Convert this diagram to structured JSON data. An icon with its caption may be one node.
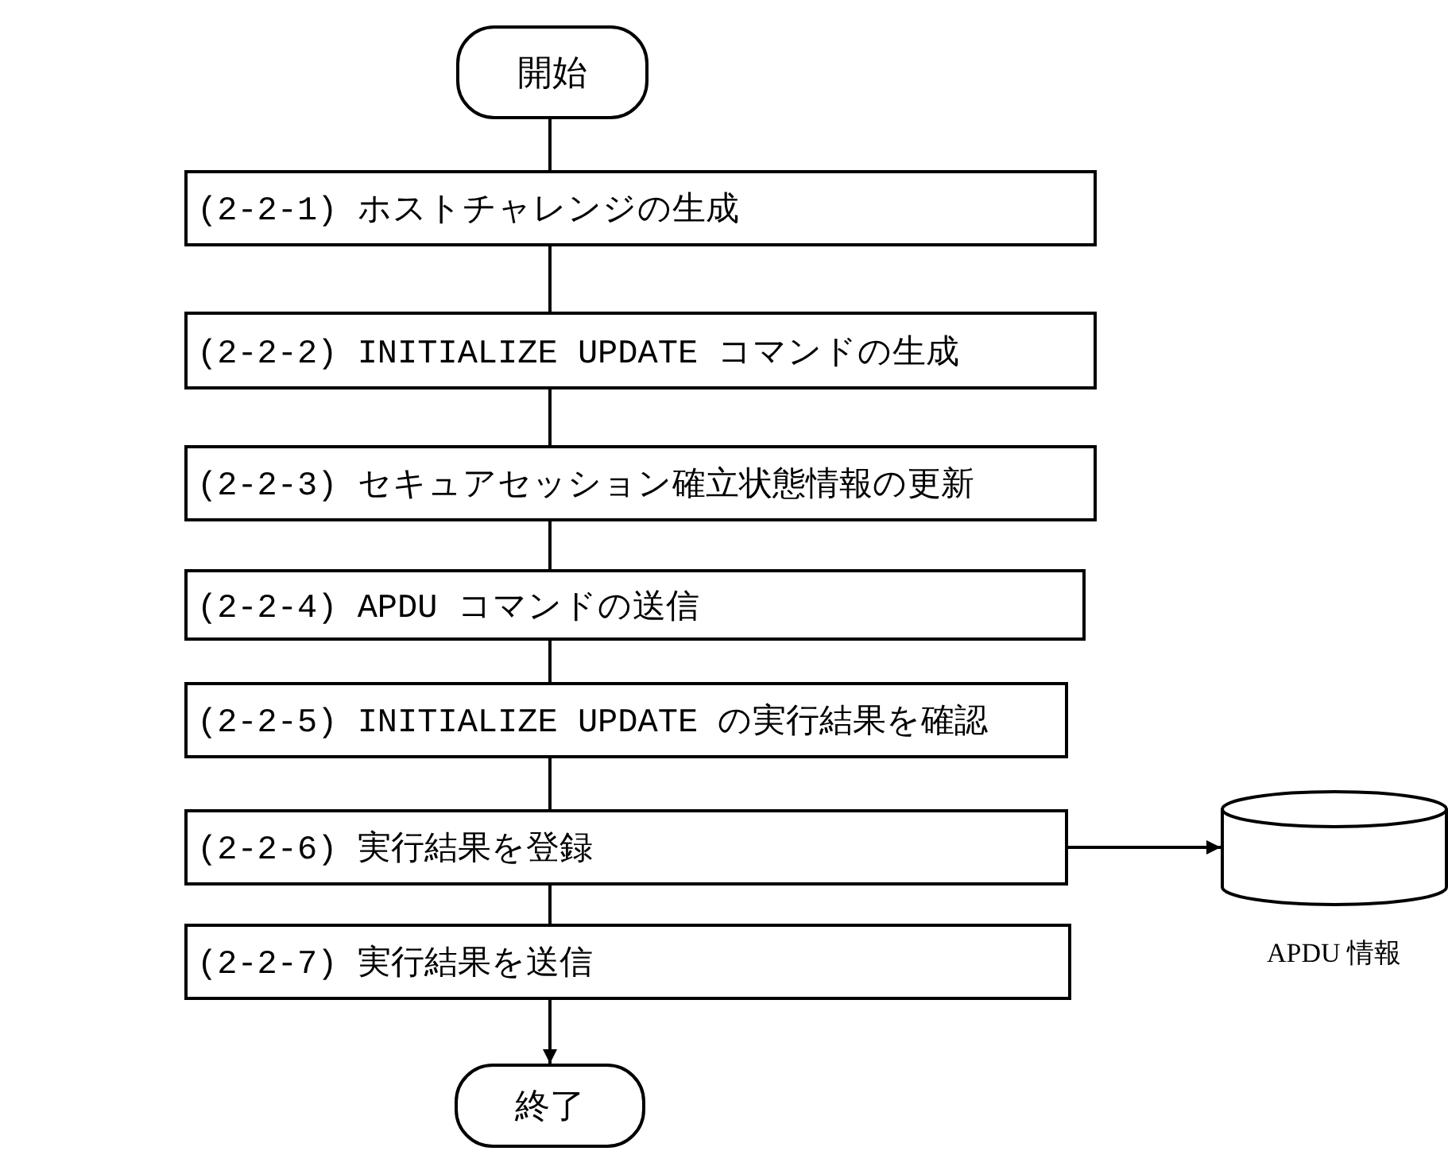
{
  "diagram": {
    "nodes": [
      {
        "text": [
          "開始"
        ]
      },
      {
        "text": [
          "(2-2-1) ホストチャレンジの生成"
        ]
      },
      {
        "text": [
          "(2-2-2) INITIALIZE UPDATE コマンドの生成"
        ]
      },
      {
        "text": [
          "(2-2-3) セキュアセッション確立状態情報の更新"
        ]
      },
      {
        "text": [
          "(2-2-4) APDU コマンドの送信"
        ]
      },
      {
        "text": [
          "(2-2-5) INITIALIZE UPDATE の実行結果を確認"
        ]
      },
      {
        "text": [
          "(2-2-6) 実行結果を登録"
        ]
      },
      {
        "text": [
          "(2-2-7) 実行結果を送信"
        ]
      },
      {
        "text": [
          "終了"
        ]
      },
      {
        "text": [
          "APDU 情報"
        ]
      }
    ],
    "edges": [
      {
        "from": 0,
        "to": 1,
        "arrow": "none"
      },
      {
        "from": 1,
        "to": 2,
        "arrow": "none"
      },
      {
        "from": 2,
        "to": 3,
        "arrow": "none"
      },
      {
        "from": 3,
        "to": 4,
        "arrow": "none"
      },
      {
        "from": 4,
        "to": 5,
        "arrow": "none"
      },
      {
        "from": 5,
        "to": 6,
        "arrow": "none"
      },
      {
        "from": 6,
        "to": 7,
        "arrow": "none"
      },
      {
        "from": 7,
        "to": 8,
        "arrow": "to"
      },
      {
        "from": 6,
        "to": 9,
        "arrow": "to"
      }
    ]
  }
}
